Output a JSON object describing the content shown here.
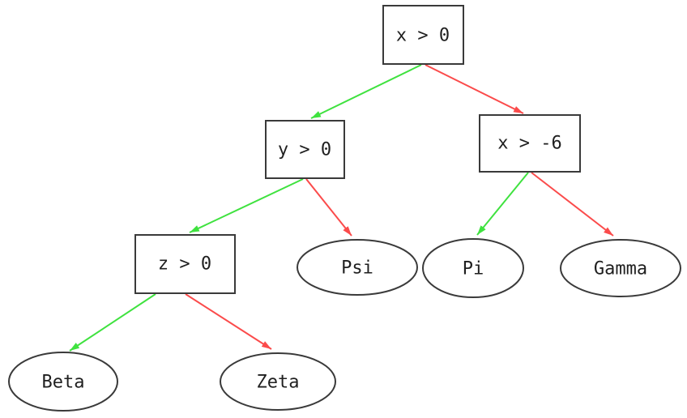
{
  "diagram": {
    "kind": "decision-tree",
    "colors": {
      "true_branch": "#3fe23f",
      "false_branch": "#fb4b4b",
      "node_border": "#3a3a3a",
      "node_fill": "#ffffff",
      "label_text": "#1f1f1f",
      "background": "#ffffff"
    },
    "nodes": {
      "root": {
        "label": "x > 0",
        "shape": "box",
        "type": "decision"
      },
      "y_gt_0": {
        "label": "y > 0",
        "shape": "box",
        "type": "decision"
      },
      "x_gt_neg6": {
        "label": "x > -6",
        "shape": "box",
        "type": "decision"
      },
      "z_gt_0": {
        "label": "z > 0",
        "shape": "box",
        "type": "decision"
      },
      "psi": {
        "label": "Psi",
        "shape": "ellipse",
        "type": "leaf"
      },
      "pi": {
        "label": "Pi",
        "shape": "ellipse",
        "type": "leaf"
      },
      "gamma": {
        "label": "Gamma",
        "shape": "ellipse",
        "type": "leaf"
      },
      "beta": {
        "label": "Beta",
        "shape": "ellipse",
        "type": "leaf"
      },
      "zeta": {
        "label": "Zeta",
        "shape": "ellipse",
        "type": "leaf"
      }
    },
    "edges": [
      {
        "from": "x > 0",
        "to": "y > 0",
        "branch": "true",
        "color": "green"
      },
      {
        "from": "x > 0",
        "to": "x > -6",
        "branch": "false",
        "color": "red"
      },
      {
        "from": "y > 0",
        "to": "z > 0",
        "branch": "true",
        "color": "green"
      },
      {
        "from": "y > 0",
        "to": "Psi",
        "branch": "false",
        "color": "red"
      },
      {
        "from": "x > -6",
        "to": "Pi",
        "branch": "true",
        "color": "green"
      },
      {
        "from": "x > -6",
        "to": "Gamma",
        "branch": "false",
        "color": "red"
      },
      {
        "from": "z > 0",
        "to": "Beta",
        "branch": "true",
        "color": "green"
      },
      {
        "from": "z > 0",
        "to": "Zeta",
        "branch": "false",
        "color": "red"
      }
    ]
  }
}
